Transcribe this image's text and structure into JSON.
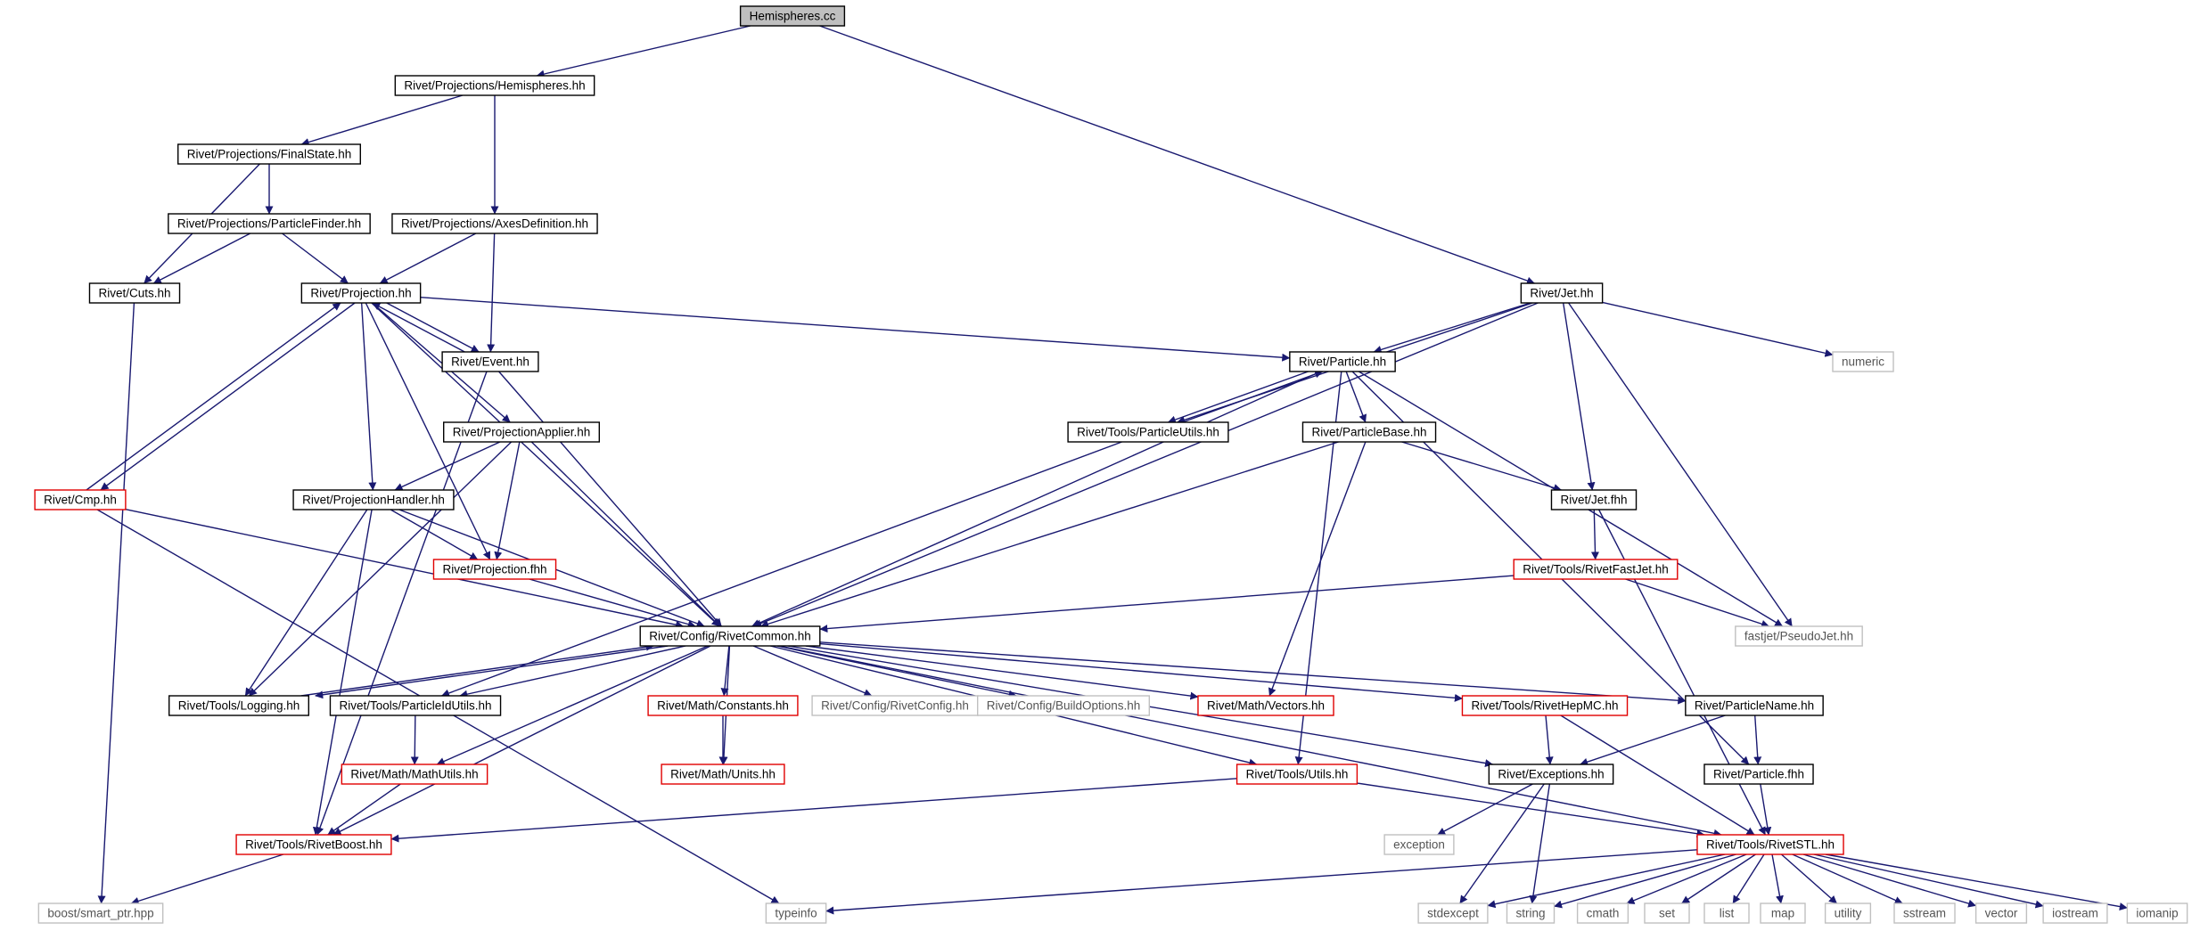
{
  "graph": {
    "root": "Hemispheres.cc",
    "styles": {
      "root": {
        "fill": "#bfbfbf",
        "stroke": "#000000",
        "text": "#000000"
      },
      "normal": {
        "fill": "#ffffff",
        "stroke": "#000000",
        "text": "#000000"
      },
      "red": {
        "fill": "#ffffff",
        "stroke": "#e00000",
        "text": "#000000"
      },
      "external": {
        "fill": "#ffffff",
        "stroke": "#c0c0c0",
        "text": "#555555"
      }
    },
    "edge_color": "#191970",
    "nodes": [
      {
        "id": "hemispheres_cc",
        "label": "Hemispheres.cc",
        "style": "root"
      },
      {
        "id": "proj_hemispheres",
        "label": "Rivet/Projections/Hemispheres.hh",
        "style": "normal"
      },
      {
        "id": "proj_finalstate",
        "label": "Rivet/Projections/FinalState.hh",
        "style": "normal"
      },
      {
        "id": "proj_particlefinder",
        "label": "Rivet/Projections/ParticleFinder.hh",
        "style": "normal"
      },
      {
        "id": "proj_axesdef",
        "label": "Rivet/Projections/AxesDefinition.hh",
        "style": "normal"
      },
      {
        "id": "cuts",
        "label": "Rivet/Cuts.hh",
        "style": "normal"
      },
      {
        "id": "projection",
        "label": "Rivet/Projection.hh",
        "style": "normal"
      },
      {
        "id": "event",
        "label": "Rivet/Event.hh",
        "style": "normal"
      },
      {
        "id": "projapplier",
        "label": "Rivet/ProjectionApplier.hh",
        "style": "normal"
      },
      {
        "id": "cmp",
        "label": "Rivet/Cmp.hh",
        "style": "red"
      },
      {
        "id": "projhandler",
        "label": "Rivet/ProjectionHandler.hh",
        "style": "normal"
      },
      {
        "id": "projection_fhh",
        "label": "Rivet/Projection.fhh",
        "style": "red"
      },
      {
        "id": "rivetcommon",
        "label": "Rivet/Config/RivetCommon.hh",
        "style": "normal"
      },
      {
        "id": "logging",
        "label": "Rivet/Tools/Logging.hh",
        "style": "normal"
      },
      {
        "id": "particleidutils",
        "label": "Rivet/Tools/ParticleIdUtils.hh",
        "style": "normal"
      },
      {
        "id": "constants",
        "label": "Rivet/Math/Constants.hh",
        "style": "red"
      },
      {
        "id": "rivetconfig",
        "label": "Rivet/Config/RivetConfig.hh",
        "style": "external"
      },
      {
        "id": "buildoptions",
        "label": "Rivet/Config/BuildOptions.hh",
        "style": "external"
      },
      {
        "id": "vectors",
        "label": "Rivet/Math/Vectors.hh",
        "style": "red"
      },
      {
        "id": "rivethepmc",
        "label": "Rivet/Tools/RivetHepMC.hh",
        "style": "red"
      },
      {
        "id": "particlename",
        "label": "Rivet/ParticleName.hh",
        "style": "normal"
      },
      {
        "id": "mathutils",
        "label": "Rivet/Math/MathUtils.hh",
        "style": "red"
      },
      {
        "id": "units",
        "label": "Rivet/Math/Units.hh",
        "style": "red"
      },
      {
        "id": "utils",
        "label": "Rivet/Tools/Utils.hh",
        "style": "red"
      },
      {
        "id": "exceptions",
        "label": "Rivet/Exceptions.hh",
        "style": "normal"
      },
      {
        "id": "particle_fhh",
        "label": "Rivet/Particle.fhh",
        "style": "normal"
      },
      {
        "id": "rivetboost",
        "label": "Rivet/Tools/RivetBoost.hh",
        "style": "red"
      },
      {
        "id": "exception",
        "label": "exception",
        "style": "external"
      },
      {
        "id": "rivetstl",
        "label": "Rivet/Tools/RivetSTL.hh",
        "style": "red"
      },
      {
        "id": "smart_ptr",
        "label": "boost/smart_ptr.hpp",
        "style": "external"
      },
      {
        "id": "typeinfo",
        "label": "typeinfo",
        "style": "external"
      },
      {
        "id": "stdexcept",
        "label": "stdexcept",
        "style": "external"
      },
      {
        "id": "string",
        "label": "string",
        "style": "external"
      },
      {
        "id": "cmath",
        "label": "cmath",
        "style": "external"
      },
      {
        "id": "set",
        "label": "set",
        "style": "external"
      },
      {
        "id": "list",
        "label": "list",
        "style": "external"
      },
      {
        "id": "map",
        "label": "map",
        "style": "external"
      },
      {
        "id": "utility",
        "label": "utility",
        "style": "external"
      },
      {
        "id": "sstream",
        "label": "sstream",
        "style": "external"
      },
      {
        "id": "vector",
        "label": "vector",
        "style": "external"
      },
      {
        "id": "iostream",
        "label": "iostream",
        "style": "external"
      },
      {
        "id": "iomanip",
        "label": "iomanip",
        "style": "external"
      },
      {
        "id": "jet",
        "label": "Rivet/Jet.hh",
        "style": "normal"
      },
      {
        "id": "numeric",
        "label": "numeric",
        "style": "external"
      },
      {
        "id": "particle",
        "label": "Rivet/Particle.hh",
        "style": "normal"
      },
      {
        "id": "particleutils",
        "label": "Rivet/Tools/ParticleUtils.hh",
        "style": "normal"
      },
      {
        "id": "particlebase",
        "label": "Rivet/ParticleBase.hh",
        "style": "normal"
      },
      {
        "id": "jet_fhh",
        "label": "Rivet/Jet.fhh",
        "style": "normal"
      },
      {
        "id": "rivetfastjet",
        "label": "Rivet/Tools/RivetFastJet.hh",
        "style": "red"
      },
      {
        "id": "pseudojet",
        "label": "fastjet/PseudoJet.hh",
        "style": "external"
      }
    ],
    "edges": [
      [
        "hemispheres_cc",
        "proj_hemispheres"
      ],
      [
        "hemispheres_cc",
        "jet"
      ],
      [
        "proj_hemispheres",
        "proj_finalstate"
      ],
      [
        "proj_hemispheres",
        "proj_axesdef"
      ],
      [
        "proj_finalstate",
        "cuts"
      ],
      [
        "proj_finalstate",
        "proj_particlefinder"
      ],
      [
        "proj_particlefinder",
        "cuts"
      ],
      [
        "proj_particlefinder",
        "projection"
      ],
      [
        "proj_axesdef",
        "projection"
      ],
      [
        "proj_axesdef",
        "event"
      ],
      [
        "cuts",
        "smart_ptr"
      ],
      [
        "projection",
        "event"
      ],
      [
        "projection",
        "cmp"
      ],
      [
        "projection",
        "projapplier"
      ],
      [
        "projection",
        "projhandler"
      ],
      [
        "projection",
        "projection_fhh"
      ],
      [
        "projection",
        "rivetcommon"
      ],
      [
        "projection",
        "particle"
      ],
      [
        "event",
        "projection"
      ],
      [
        "event",
        "rivetcommon"
      ],
      [
        "event",
        "rivetboost"
      ],
      [
        "cmp",
        "projection"
      ],
      [
        "cmp",
        "rivetcommon"
      ],
      [
        "cmp",
        "typeinfo"
      ],
      [
        "projapplier",
        "projhandler"
      ],
      [
        "projapplier",
        "projection_fhh"
      ],
      [
        "projapplier",
        "rivetcommon"
      ],
      [
        "projapplier",
        "logging"
      ],
      [
        "projhandler",
        "projection_fhh"
      ],
      [
        "projhandler",
        "rivetcommon"
      ],
      [
        "projhandler",
        "logging"
      ],
      [
        "projhandler",
        "rivetboost"
      ],
      [
        "projection_fhh",
        "rivetcommon"
      ],
      [
        "rivetcommon",
        "logging"
      ],
      [
        "rivetcommon",
        "particleidutils"
      ],
      [
        "rivetcommon",
        "constants"
      ],
      [
        "rivetcommon",
        "rivetconfig"
      ],
      [
        "rivetcommon",
        "buildoptions"
      ],
      [
        "rivetcommon",
        "vectors"
      ],
      [
        "rivetcommon",
        "rivethepmc"
      ],
      [
        "rivetcommon",
        "particlename"
      ],
      [
        "rivetcommon",
        "mathutils"
      ],
      [
        "rivetcommon",
        "units"
      ],
      [
        "rivetcommon",
        "utils"
      ],
      [
        "rivetcommon",
        "exceptions"
      ],
      [
        "rivetcommon",
        "rivetboost"
      ],
      [
        "rivetcommon",
        "rivetstl"
      ],
      [
        "logging",
        "rivetcommon"
      ],
      [
        "particleidutils",
        "mathutils"
      ],
      [
        "constants",
        "units"
      ],
      [
        "rivethepmc",
        "exceptions"
      ],
      [
        "rivethepmc",
        "rivetstl"
      ],
      [
        "particlename",
        "exceptions"
      ],
      [
        "particlename",
        "particle_fhh"
      ],
      [
        "mathutils",
        "rivetboost"
      ],
      [
        "utils",
        "rivetboost"
      ],
      [
        "utils",
        "rivetstl"
      ],
      [
        "exceptions",
        "exception"
      ],
      [
        "exceptions",
        "stdexcept"
      ],
      [
        "exceptions",
        "string"
      ],
      [
        "particle_fhh",
        "rivetstl"
      ],
      [
        "rivetboost",
        "smart_ptr"
      ],
      [
        "rivetstl",
        "typeinfo"
      ],
      [
        "rivetstl",
        "stdexcept"
      ],
      [
        "rivetstl",
        "string"
      ],
      [
        "rivetstl",
        "cmath"
      ],
      [
        "rivetstl",
        "set"
      ],
      [
        "rivetstl",
        "list"
      ],
      [
        "rivetstl",
        "map"
      ],
      [
        "rivetstl",
        "utility"
      ],
      [
        "rivetstl",
        "sstream"
      ],
      [
        "rivetstl",
        "vector"
      ],
      [
        "rivetstl",
        "iostream"
      ],
      [
        "rivetstl",
        "iomanip"
      ],
      [
        "jet",
        "particle"
      ],
      [
        "jet",
        "particleutils"
      ],
      [
        "jet",
        "rivetcommon"
      ],
      [
        "jet",
        "jet_fhh"
      ],
      [
        "jet",
        "pseudojet"
      ],
      [
        "jet",
        "numeric"
      ],
      [
        "particle",
        "particleutils"
      ],
      [
        "particle",
        "particlebase"
      ],
      [
        "particle",
        "rivetcommon"
      ],
      [
        "particle",
        "utils"
      ],
      [
        "particle",
        "pseudojet"
      ],
      [
        "particle",
        "particle_fhh"
      ],
      [
        "particleutils",
        "particle"
      ],
      [
        "particleutils",
        "particleidutils"
      ],
      [
        "particlebase",
        "rivetcommon"
      ],
      [
        "particlebase",
        "jet_fhh"
      ],
      [
        "particlebase",
        "vectors"
      ],
      [
        "jet_fhh",
        "rivetfastjet"
      ],
      [
        "jet_fhh",
        "rivetstl"
      ],
      [
        "rivetfastjet",
        "rivetcommon"
      ],
      [
        "rivetfastjet",
        "pseudojet"
      ]
    ]
  }
}
